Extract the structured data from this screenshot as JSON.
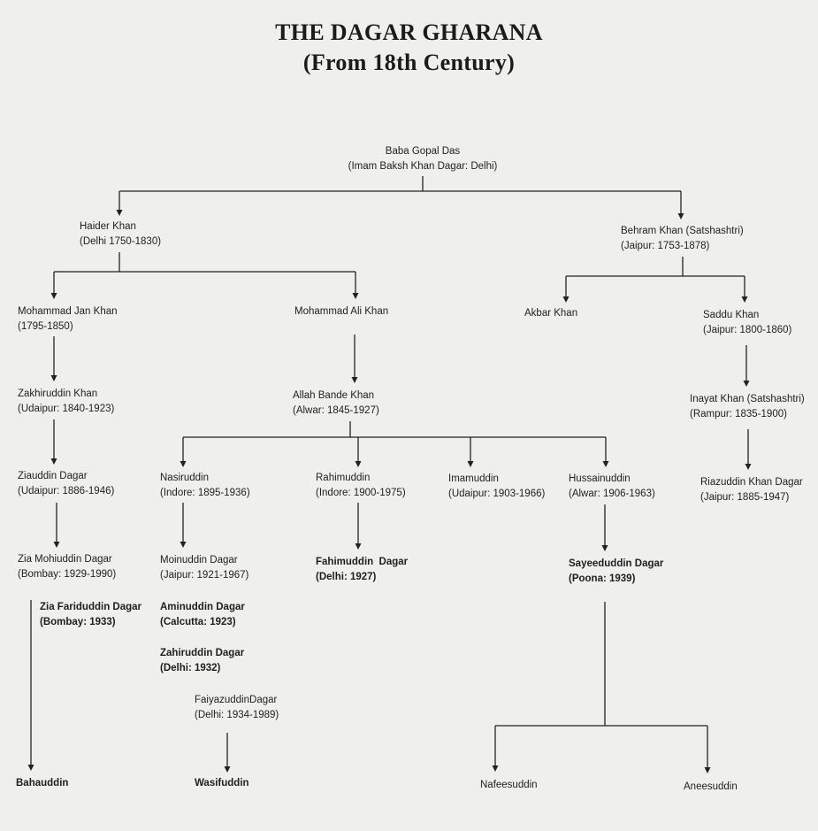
{
  "title": "THE DAGAR GHARANA",
  "subtitle": "(From 18th Century)",
  "nodes": {
    "baba_gopal_das": {
      "name": "Baba Gopal Das",
      "detail": "(Imam Baksh Khan Dagar: Delhi)"
    },
    "haider_khan": {
      "name": "Haider Khan",
      "detail": "(Delhi 1750-1830)"
    },
    "behram_khan": {
      "name": "Behram Khan (Satshashtri)",
      "detail": "(Jaipur: 1753-1878)"
    },
    "mohammad_jan_khan": {
      "name": "Mohammad Jan Khan",
      "detail": "(1795-1850)"
    },
    "mohammad_ali_khan": {
      "name": "Mohammad Ali Khan",
      "detail": ""
    },
    "akbar_khan": {
      "name": "Akbar Khan",
      "detail": ""
    },
    "saddu_khan": {
      "name": "Saddu Khan",
      "detail": "(Jaipur: 1800-1860)"
    },
    "zakhiruddin_khan": {
      "name": "Zakhiruddin Khan",
      "detail": "(Udaipur: 1840-1923)"
    },
    "allah_bande_khan": {
      "name": "Allah Bande Khan",
      "detail": "(Alwar: 1845-1927)"
    },
    "inayat_khan": {
      "name": "Inayat Khan (Satshashtri)",
      "detail": "(Rampur: 1835-1900)"
    },
    "ziauddin_dagar": {
      "name": "Ziauddin Dagar",
      "detail": "(Udaipur: 1886-1946)"
    },
    "nasiruddin": {
      "name": "Nasiruddin",
      "detail": "(Indore: 1895-1936)"
    },
    "rahimuddin": {
      "name": "Rahimuddin",
      "detail": "(Indore: 1900-1975)"
    },
    "imamuddin": {
      "name": "Imamuddin",
      "detail": "(Udaipur: 1903-1966)"
    },
    "hussainuddin": {
      "name": "Hussainuddin",
      "detail": "(Alwar: 1906-1963)"
    },
    "riazuddin_khan_dagar": {
      "name": "Riazuddin Khan Dagar",
      "detail": "(Jaipur: 1885-1947)"
    },
    "zia_mohiuddin_dagar": {
      "name": "Zia Mohiuddin Dagar",
      "detail": "(Bombay: 1929-1990)"
    },
    "moinuddin_dagar": {
      "name": "Moinuddin Dagar",
      "detail": "(Jaipur: 1921-1967)"
    },
    "fahimuddin_dagar": {
      "name": "Fahimuddin  Dagar",
      "detail": "(Delhi: 1927)"
    },
    "sayeeduddin_dagar": {
      "name": "Sayeeduddin Dagar",
      "detail": "(Poona: 1939)"
    },
    "zia_fariduddin_dagar": {
      "name": "Zia Fariduddin Dagar",
      "detail": "(Bombay: 1933)"
    },
    "aminuddin_dagar": {
      "name": "Aminuddin Dagar",
      "detail": "(Calcutta: 1923)"
    },
    "zahiruddin_dagar": {
      "name": "Zahiruddin Dagar",
      "detail": "(Delhi: 1932)"
    },
    "faiyazuddin_dagar": {
      "name": "FaiyazuddinDagar",
      "detail": "(Delhi: 1934-1989)"
    },
    "bahauddin": {
      "name": "Bahauddin",
      "detail": ""
    },
    "wasifuddin": {
      "name": "Wasifuddin",
      "detail": ""
    },
    "nafeesuddin": {
      "name": "Nafeesuddin",
      "detail": ""
    },
    "aneesuddin": {
      "name": "Aneesuddin",
      "detail": ""
    }
  }
}
